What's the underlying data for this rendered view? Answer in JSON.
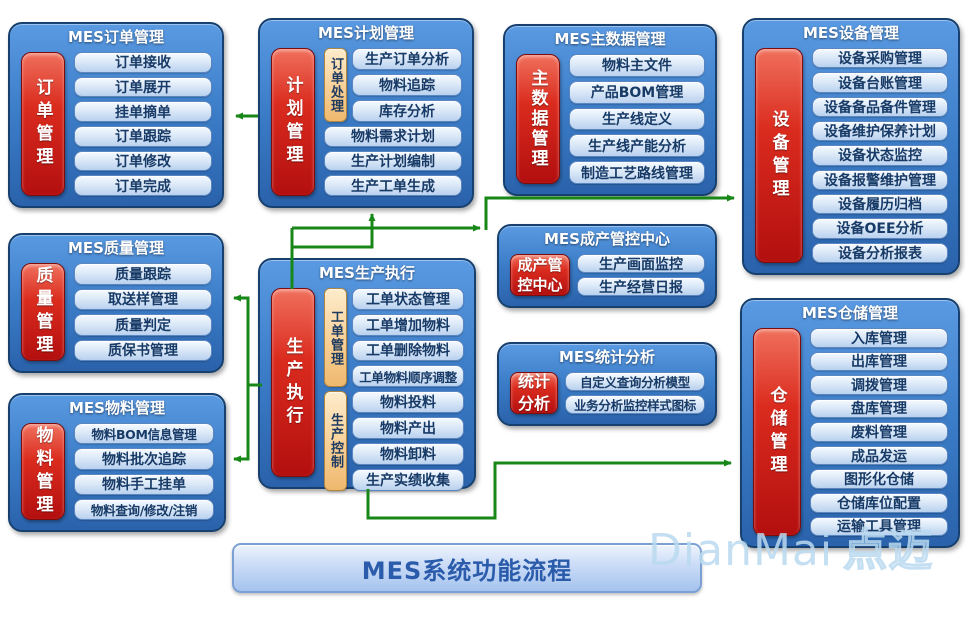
{
  "footer": {
    "title": "MES系统功能流程"
  },
  "watermark": {
    "latin": "DianMai",
    "cn": "点迈"
  },
  "colors": {
    "panel_blue": "#3b7cc7",
    "panel_border": "#17406f",
    "pillar_red": "#da2b1e",
    "item_fill": "#dce9f8",
    "item_text": "#173a66",
    "group_orange": "#f7cf96",
    "arrow_green": "#178717",
    "watermark_blue": "#badaf0"
  },
  "panels": {
    "order": {
      "title": "MES订单管理",
      "pillar": "订单管理",
      "items": [
        "订单接收",
        "订单展开",
        "挂单摘单",
        "订单跟踪",
        "订单修改",
        "订单完成"
      ]
    },
    "plan": {
      "title": "MES计划管理",
      "pillar": "计划管理",
      "group": {
        "label": "订单处理",
        "items": [
          "生产订单分析",
          "物料追踪",
          "库存分析"
        ]
      },
      "items": [
        "物料需求计划",
        "生产计划编制",
        "生产工单生成"
      ]
    },
    "master": {
      "title": "MES主数据管理",
      "pillar": "主数据管理",
      "items": [
        "物料主文件",
        "产品BOM管理",
        "生产线定义",
        "生产线产能分析",
        "制造工艺路线管理"
      ]
    },
    "equipment": {
      "title": "MES设备管理",
      "pillar": "设备管理",
      "items": [
        "设备采购管理",
        "设备台账管理",
        "设备备品备件管理",
        "设备维护保养计划",
        "设备状态监控",
        "设备报警维护管理",
        "设备履历归档",
        "设备OEE分析",
        "设备分析报表"
      ]
    },
    "quality": {
      "title": "MES质量管理",
      "pillar": "质量管理",
      "items": [
        "质量跟踪",
        "取送样管理",
        "质量判定",
        "质保书管理"
      ]
    },
    "execution": {
      "title": "MES生产执行",
      "pillar": "生产执行",
      "groups": [
        {
          "label": "工单管理",
          "items": [
            "工单状态管理",
            "工单增加物料",
            "工单删除物料",
            "工单物料顺序调整"
          ]
        },
        {
          "label": "生产控制",
          "items": [
            "物料投料",
            "物料产出",
            "物料卸料",
            "生产实绩收集"
          ]
        }
      ]
    },
    "center": {
      "title": "MES成产管控中心",
      "pillar": "成产管\n控中心",
      "items": [
        "生产画面监控",
        "生产经营日报"
      ]
    },
    "stats": {
      "title": "MES统计分析",
      "pillar": "统计\n分析",
      "items": [
        "自定义查询分析模型",
        "业务分析监控样式图标"
      ]
    },
    "material": {
      "title": "MES物料管理",
      "pillar": "物料管理",
      "items": [
        "物料BOM信息管理",
        "物料批次追踪",
        "物料手工挂单",
        "物料查询/修改/注销"
      ]
    },
    "warehouse": {
      "title": "MES仓储管理",
      "pillar": "仓储管理",
      "items": [
        "入库管理",
        "出库管理",
        "调拨管理",
        "盘库管理",
        "废料管理",
        "成品发运",
        "图形化仓储",
        "仓储库位配置",
        "运输工具管理"
      ]
    }
  }
}
